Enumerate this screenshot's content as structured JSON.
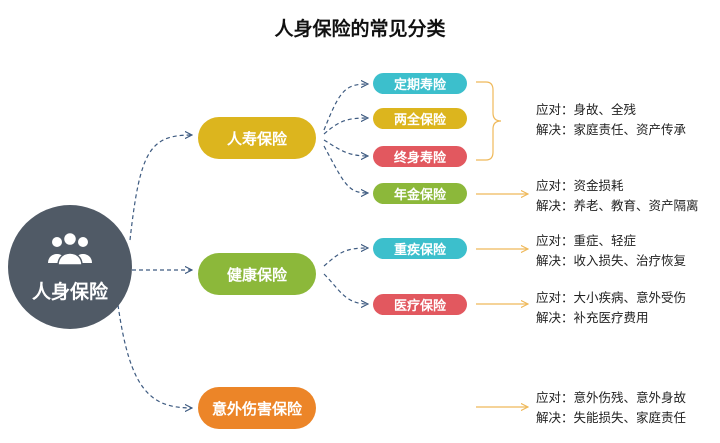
{
  "title": "人身保险的常见分类",
  "root": {
    "label": "人身保险",
    "icon": "people-group-icon",
    "color": "#505a66"
  },
  "categories": [
    {
      "id": "life",
      "label": "人寿保险",
      "color": "#dcb51e"
    },
    {
      "id": "health",
      "label": "健康保险",
      "color": "#8cb83a"
    },
    {
      "id": "accident",
      "label": "意外伤害保险",
      "color": "#ec8528"
    }
  ],
  "products": [
    {
      "id": "term",
      "label": "定期寿险",
      "color": "#3cbfcc"
    },
    {
      "id": "endowment",
      "label": "两全保险",
      "color": "#dcb51e"
    },
    {
      "id": "whole",
      "label": "终身寿险",
      "color": "#e2585f"
    },
    {
      "id": "annuity",
      "label": "年金保险",
      "color": "#8cb83a"
    },
    {
      "id": "critical",
      "label": "重疾保险",
      "color": "#3cbfcc"
    },
    {
      "id": "medical",
      "label": "医疗保险",
      "color": "#e2585f"
    }
  ],
  "notes": [
    {
      "id": "life-note",
      "line1": "应对：身故、全残",
      "line2": "解决：家庭责任、资产传承"
    },
    {
      "id": "annuity-note",
      "line1": "应对：资金损耗",
      "line2": "解决：养老、教育、资产隔离"
    },
    {
      "id": "critical-note",
      "line1": "应对：重症、轻症",
      "line2": "解决：收入损失、治疗恢复"
    },
    {
      "id": "medical-note",
      "line1": "应对：大小疾病、意外受伤",
      "line2": "解决：补充医疗费用"
    },
    {
      "id": "accident-note",
      "line1": "应对：意外伤残、意外身故",
      "line2": "解决：失能损失、家庭责任"
    }
  ],
  "connector_colors": {
    "dashed": "#3d5a80",
    "arrow": "#efb95a"
  }
}
